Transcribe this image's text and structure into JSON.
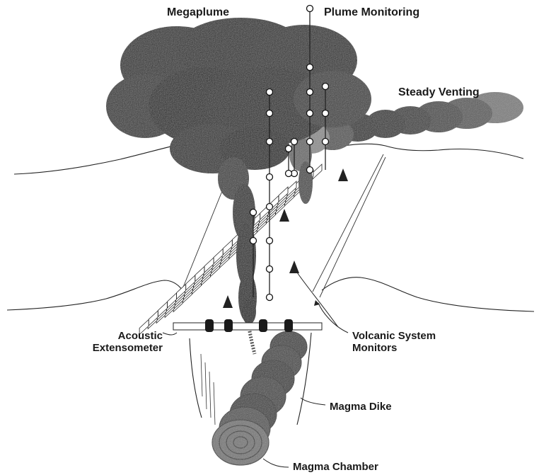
{
  "labels": {
    "megaplume": "Megaplume",
    "plume_monitoring": "Plume Monitoring",
    "steady_venting": "Steady Venting",
    "acoustic": "Acoustic",
    "extensometer": "Extensometer",
    "volcanic_system": "Volcanic System",
    "monitors": "Monitors",
    "magma_dike": "Magma Dike",
    "magma_chamber": "Magma Chamber"
  }
}
